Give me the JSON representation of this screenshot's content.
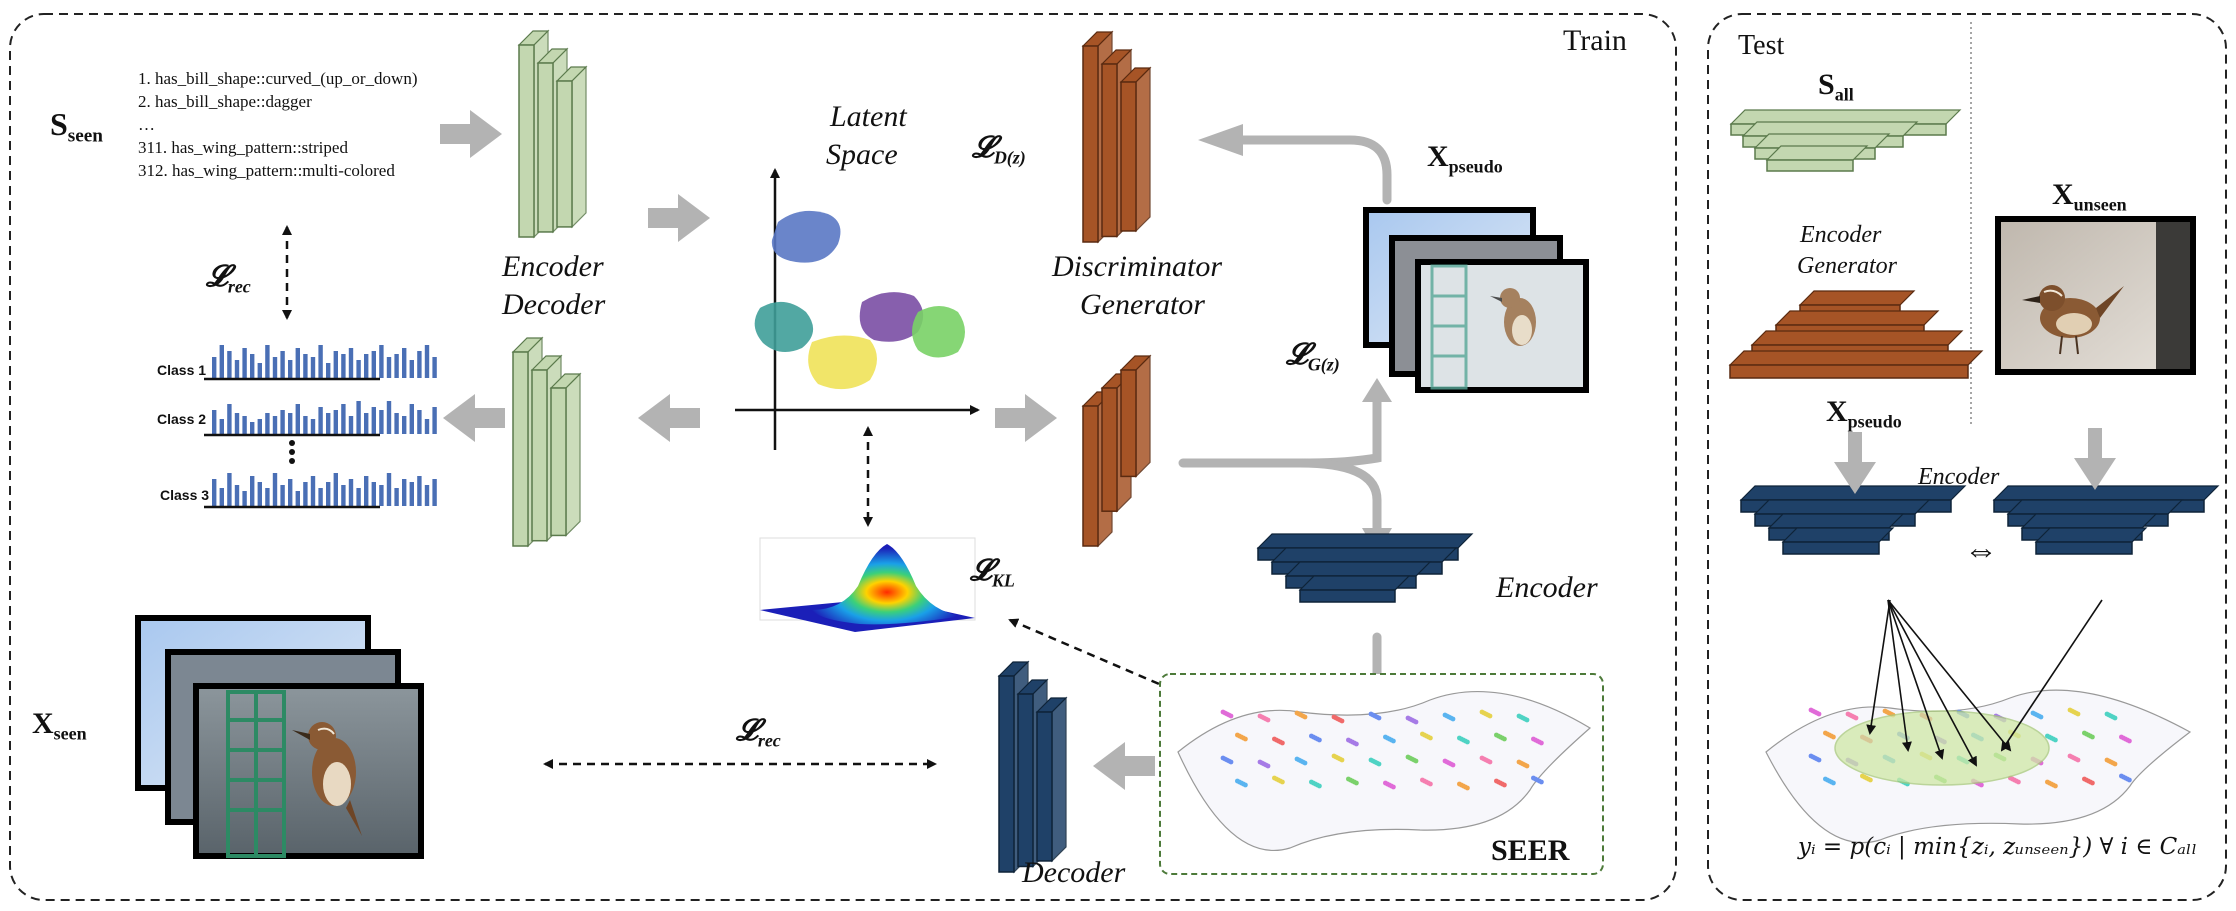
{
  "train": {
    "title": "Train",
    "s_seen": {
      "base": "S",
      "sub": "seen"
    },
    "attributes": [
      "1. has_bill_shape::curved_(up_or_down)",
      "2.  has_bill_shape::dagger",
      "…",
      "311.  has_wing_pattern::striped",
      "312.  has_wing_pattern::multi-colored"
    ],
    "loss_rec_top": {
      "base": "𝓛",
      "sub": "rec"
    },
    "classes": [
      "Class 1",
      "Class 2",
      "Class 3"
    ],
    "class_bars": [
      [
        0.5,
        0.9,
        0.7,
        0.4,
        0.8,
        0.6,
        0.3,
        0.9,
        0.5,
        0.7,
        0.4,
        0.8,
        0.6,
        0.5,
        0.9,
        0.3,
        0.7,
        0.6,
        0.8,
        0.4,
        0.6,
        0.7,
        0.9,
        0.5,
        0.6,
        0.8,
        0.4,
        0.7,
        0.9,
        0.5
      ],
      [
        0.6,
        0.3,
        0.8,
        0.5,
        0.4,
        0.2,
        0.3,
        0.5,
        0.4,
        0.6,
        0.5,
        0.8,
        0.4,
        0.3,
        0.7,
        0.5,
        0.6,
        0.8,
        0.4,
        0.9,
        0.5,
        0.7,
        0.6,
        0.9,
        0.5,
        0.4,
        0.8,
        0.6,
        0.3,
        0.7
      ],
      [
        0.7,
        0.4,
        0.9,
        0.5,
        0.3,
        0.8,
        0.6,
        0.4,
        0.9,
        0.5,
        0.7,
        0.3,
        0.6,
        0.8,
        0.4,
        0.6,
        0.9,
        0.5,
        0.7,
        0.4,
        0.8,
        0.6,
        0.5,
        0.9,
        0.4,
        0.7,
        0.6,
        0.8,
        0.5,
        0.7
      ]
    ],
    "encoder_decoder": [
      "Encoder",
      "Decoder"
    ],
    "latent_space": [
      "Latent",
      "Space"
    ],
    "loss_d": {
      "base": "𝓛",
      "sub": "D(z)"
    },
    "disc_gen": [
      "Discriminator",
      "Generator"
    ],
    "x_pseudo": {
      "base": "X",
      "sub": "pseudo"
    },
    "loss_g": {
      "base": "𝓛",
      "sub": "G(z)"
    },
    "loss_kl": {
      "base": "𝓛",
      "sub": "KL"
    },
    "encoder_label": "Encoder",
    "decoder_label": "Decoder",
    "seer_label": "SEER",
    "x_seen": {
      "base": "X",
      "sub": "seen"
    },
    "loss_rec_bottom": {
      "base": "𝓛",
      "sub": "rec"
    }
  },
  "test": {
    "title": "Test",
    "s_all": {
      "base": "S",
      "sub": "all"
    },
    "enc_gen": [
      "Encoder",
      "Generator"
    ],
    "x_unseen": {
      "base": "X",
      "sub": "unseen"
    },
    "x_pseudo": {
      "base": "X",
      "sub": "pseudo"
    },
    "encoder_label": "Encoder",
    "equiv": "⇔",
    "formula": "yᵢ = p(cᵢ | min{zᵢ, zᵤₙₛₑₑₙ}) ∀ i ∈ Cₐₗₗ"
  },
  "colors": {
    "green_face": "#c3d7b0",
    "green_edge": "#5b7a4c",
    "orange_face": "#a65426",
    "orange_edge": "#5a2a10",
    "navy_face": "#1f4168",
    "navy_edge": "#0e2338",
    "gray_arrow": "#b3b3b3",
    "bar_blue": "#4a6fb5"
  }
}
